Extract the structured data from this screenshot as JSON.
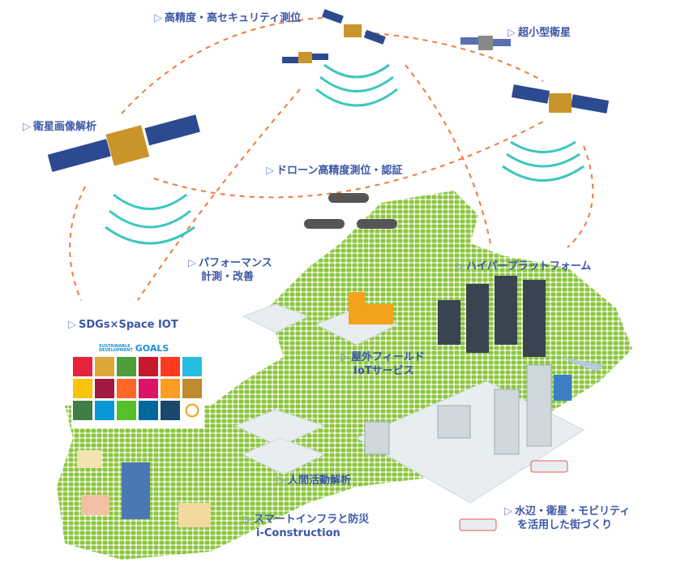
{
  "labels": {
    "high_precision": "高精度・高セキュリティ測位",
    "micro_satellite": "超小型衛星",
    "satellite_image": "衛星画像解析",
    "drone": "ドローン高精度測位・認証",
    "performance_1": "パフォーマンス",
    "performance_2": "計測・改善",
    "hyper_platform": "ハイパープラットフォーム",
    "sdgs": "SDGs×Space IOT",
    "outdoor_1": "屋外フィールド",
    "outdoor_2": "IoTサービス",
    "human": "人間活動解析",
    "smart_infra_1": "スマートインフラと防災",
    "smart_infra_2": "i-Construction",
    "town_1": "水辺・衛星・モビリティ",
    "town_2": "を活用した街づくり"
  },
  "marker": "▷",
  "sdg_logo": {
    "line1": "SUSTAINABLE",
    "line2": "DEVELOPMENT",
    "word": "GOALS"
  },
  "sdg_colors": [
    "#e5243b",
    "#dda63a",
    "#4c9f38",
    "#c5192d",
    "#ff3a21",
    "#26bde2",
    "#fcc30b",
    "#a21942",
    "#fd6925",
    "#dd1367",
    "#fd9d24",
    "#bf8b2e",
    "#3f7e44",
    "#0a97d9",
    "#56c02b",
    "#00689d",
    "#19486a",
    "#ffffff"
  ],
  "colors": {
    "label": "#3b57a6",
    "arc": "#f07a3c",
    "map": "#8cc63f",
    "signal": "#3cc6c0"
  }
}
